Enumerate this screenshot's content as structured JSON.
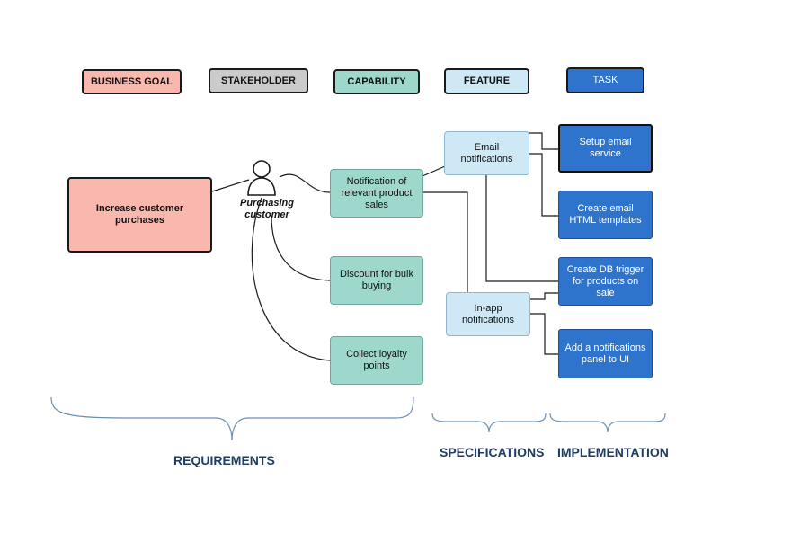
{
  "legend": {
    "business_goal": "BUSINESS GOAL",
    "stakeholder": "STAKEHOLDER",
    "capability": "CAPABILITY",
    "feature": "FEATURE",
    "task": "TASK"
  },
  "goal": {
    "label": "Increase customer purchases"
  },
  "stakeholder": {
    "label": "Purchasing customer"
  },
  "capabilities": [
    {
      "label": "Notification of relevant product sales"
    },
    {
      "label": "Discount for bulk buying"
    },
    {
      "label": "Collect loyalty points"
    }
  ],
  "features": [
    {
      "label": "Email notifications"
    },
    {
      "label": "In-app notifications"
    }
  ],
  "tasks": [
    {
      "label": "Setup email service"
    },
    {
      "label": "Create email HTML templates"
    },
    {
      "label": "Create DB trigger for products on sale"
    },
    {
      "label": "Add a notifications panel to UI"
    }
  ],
  "sections": {
    "requirements": "REQUIREMENTS",
    "specifications": "SPECIFICATIONS",
    "implementation": "IMPLEMENTATION"
  },
  "colors": {
    "business_goal": "#f9b7ad",
    "stakeholder": "#cbcbcb",
    "capability": "#9ed8cc",
    "feature": "#cfe8f6",
    "task": "#2f74cc",
    "section_text": "#1f3d63",
    "connector": "#1a1a1a"
  }
}
